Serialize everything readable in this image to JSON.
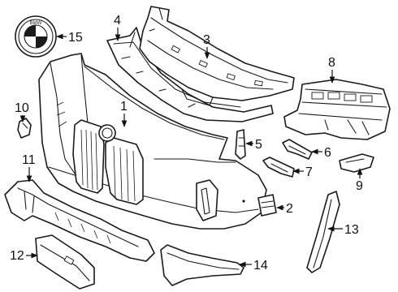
{
  "callouts": [
    {
      "id": 1,
      "label": "1"
    },
    {
      "id": 2,
      "label": "2"
    },
    {
      "id": 3,
      "label": "3"
    },
    {
      "id": 4,
      "label": "4"
    },
    {
      "id": 5,
      "label": "5"
    },
    {
      "id": 6,
      "label": "6"
    },
    {
      "id": 7,
      "label": "7"
    },
    {
      "id": 8,
      "label": "8"
    },
    {
      "id": 9,
      "label": "9"
    },
    {
      "id": 10,
      "label": "10"
    },
    {
      "id": 11,
      "label": "11"
    },
    {
      "id": 12,
      "label": "12"
    },
    {
      "id": 13,
      "label": "13"
    },
    {
      "id": 14,
      "label": "14"
    },
    {
      "id": 15,
      "label": "15"
    }
  ],
  "emblem": {
    "letters": "BMW"
  },
  "colors": {
    "line": "#1a1a1a",
    "background": "#ffffff"
  }
}
